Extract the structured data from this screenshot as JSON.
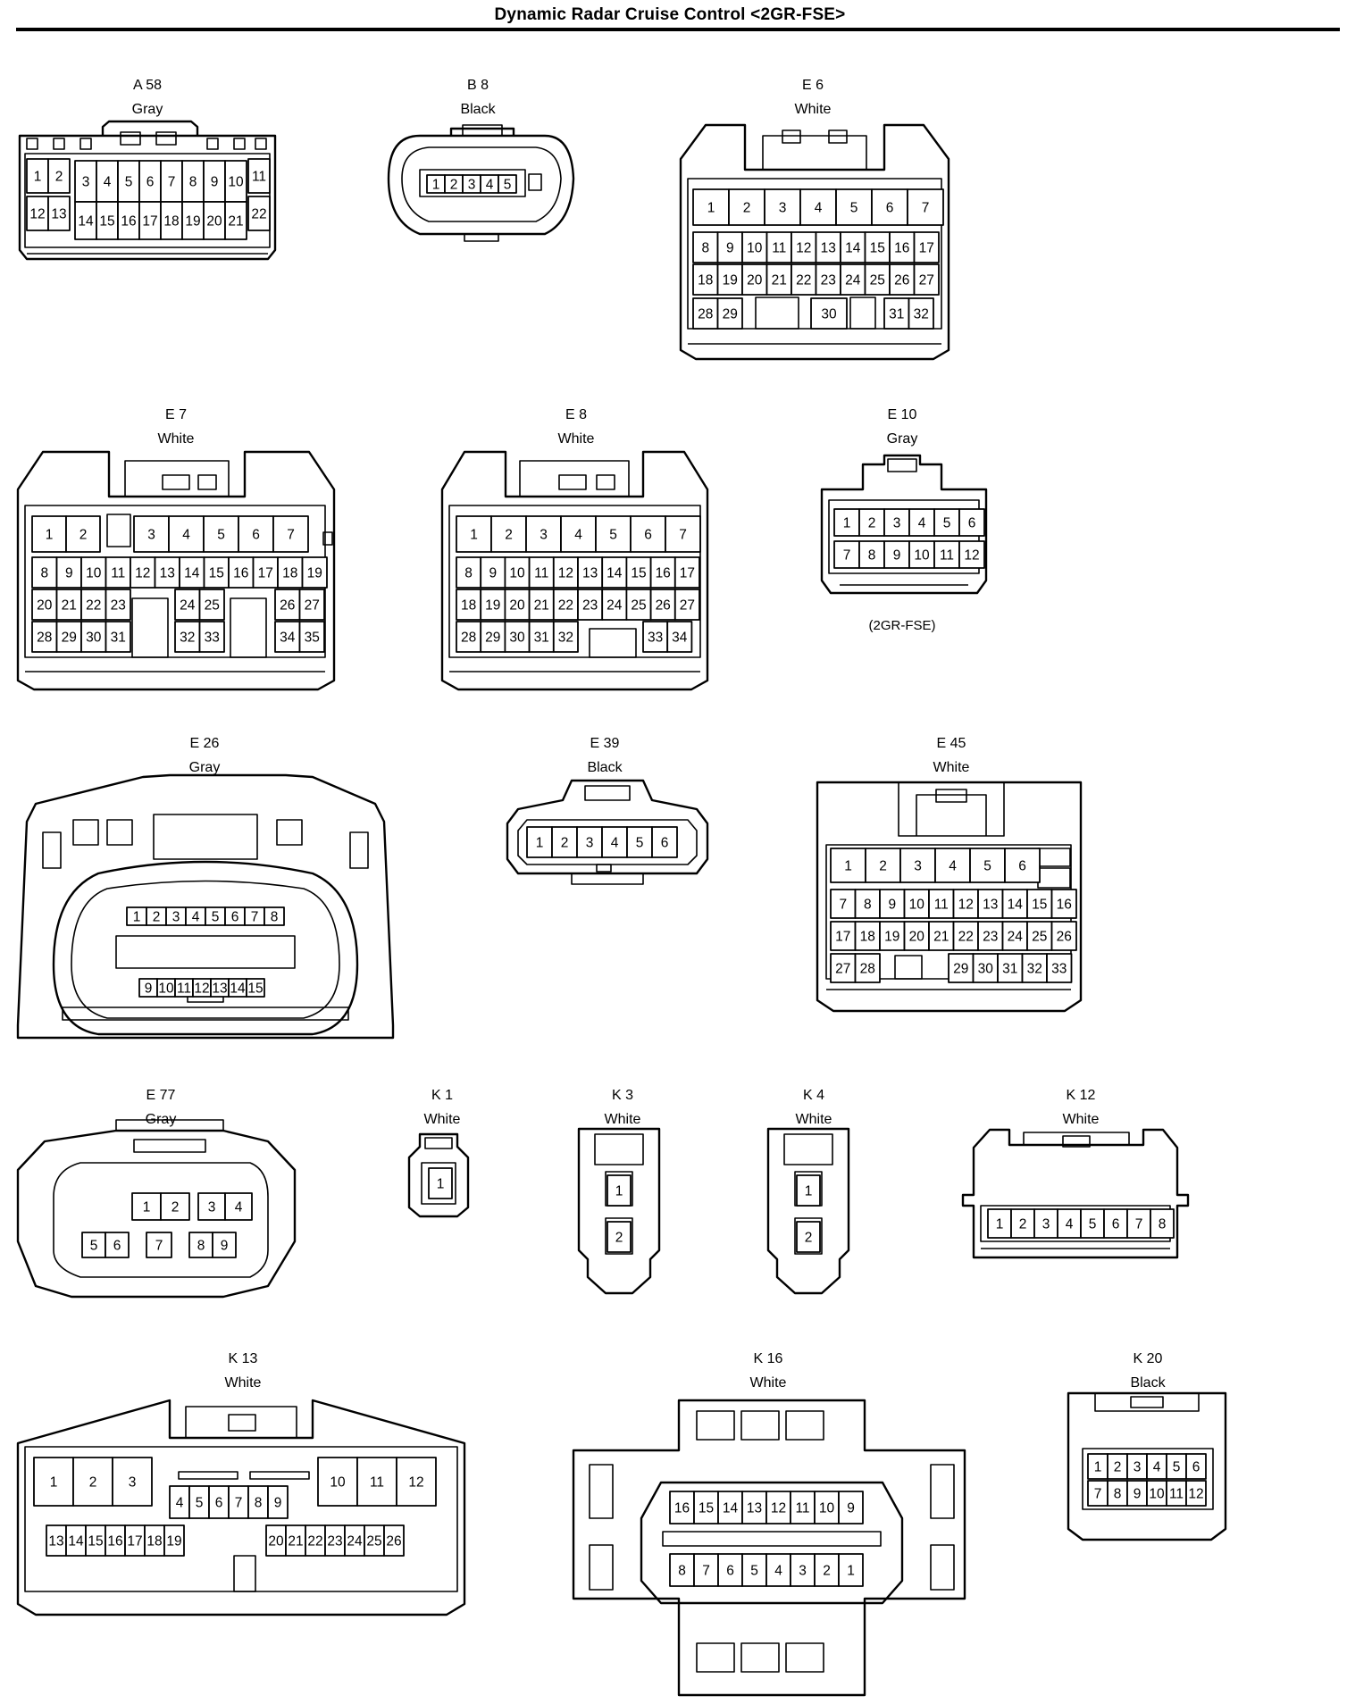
{
  "title": "Dynamic Radar Cruise Control <2GR-FSE>",
  "connectors": [
    {
      "id": "A 58",
      "color": "Gray"
    },
    {
      "id": "B 8",
      "color": "Black"
    },
    {
      "id": "E 6",
      "color": "White"
    },
    {
      "id": "E 7",
      "color": "White"
    },
    {
      "id": "E 8",
      "color": "White"
    },
    {
      "id": "E 10",
      "color": "Gray",
      "note": "(2GR-FSE)"
    },
    {
      "id": "E 26",
      "color": "Gray"
    },
    {
      "id": "E 39",
      "color": "Black"
    },
    {
      "id": "E 45",
      "color": "White"
    },
    {
      "id": "E 77",
      "color": "Gray"
    },
    {
      "id": "K 1",
      "color": "White"
    },
    {
      "id": "K 3",
      "color": "White"
    },
    {
      "id": "K 4",
      "color": "White"
    },
    {
      "id": "K 12",
      "color": "White"
    },
    {
      "id": "K 13",
      "color": "White"
    },
    {
      "id": "K 16",
      "color": "White"
    },
    {
      "id": "K 20",
      "color": "Black"
    }
  ]
}
